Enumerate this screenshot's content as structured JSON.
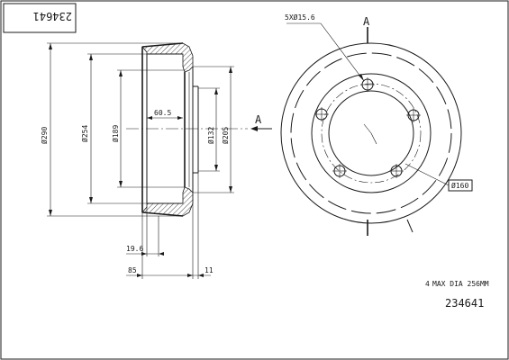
{
  "title_block": {
    "part_number_rotated": "234641"
  },
  "side_view": {
    "dims": {
      "d290": "Ø290",
      "d254": "Ø254",
      "d189": "Ø189",
      "d132": "Ø132",
      "d205": "Ø205",
      "depth_60_5": "60.5",
      "offset_19_6": "19.6",
      "width_85": "85",
      "thick_11": "11"
    },
    "view_arrow_label": "A"
  },
  "front_view": {
    "section_label": "A",
    "bolt_callout": "5XØ15.6",
    "pcd_callout": "Ø160"
  },
  "notes": {
    "max_dia": "MAX DIA 256MM",
    "max_dia_prefix": "4",
    "part_number": "234641"
  }
}
